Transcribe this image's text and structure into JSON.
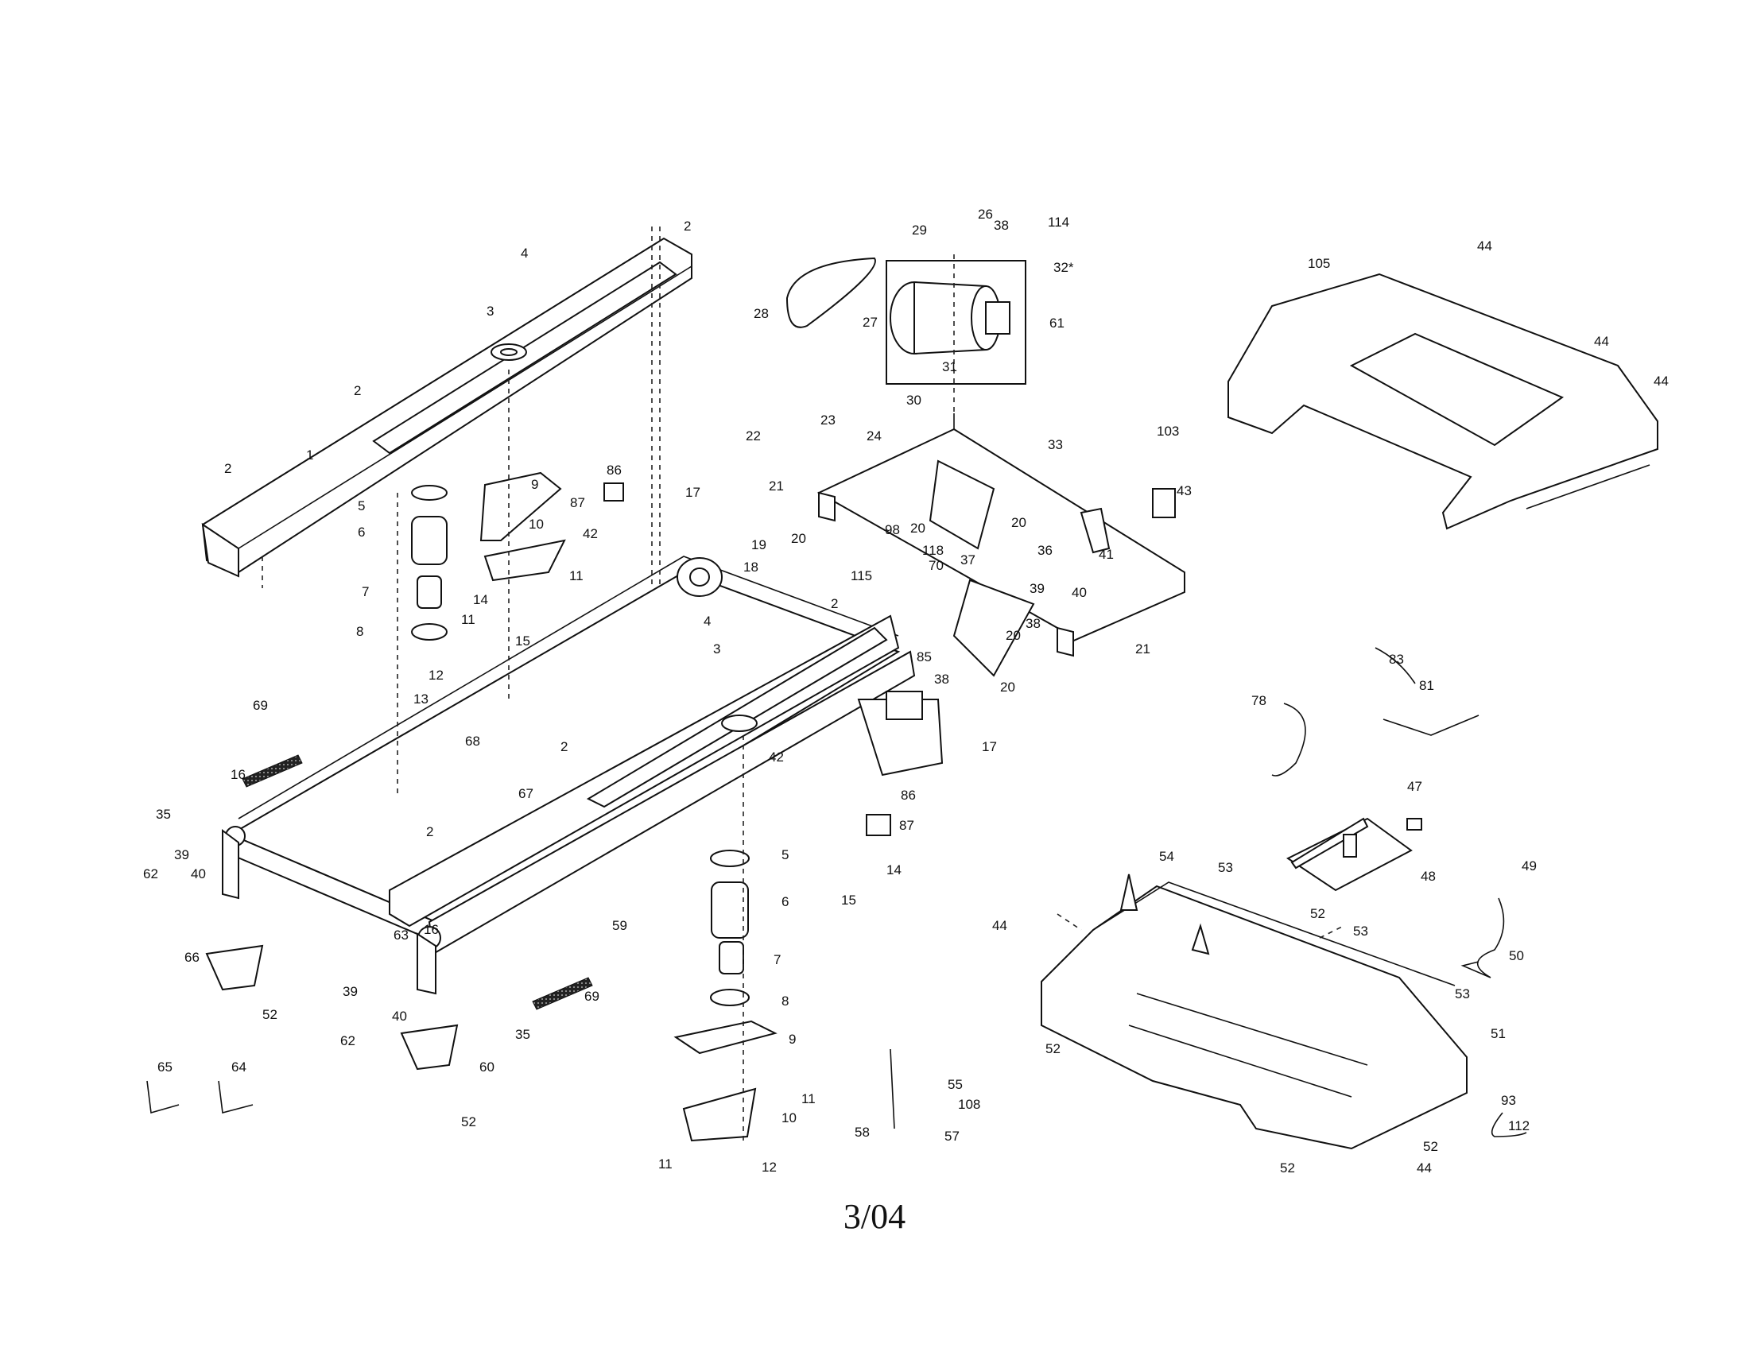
{
  "diagram": {
    "date": "3/04",
    "callouts": [
      {
        "id": "c1",
        "text": "1"
      },
      {
        "id": "c2a",
        "text": "2"
      },
      {
        "id": "c2b",
        "text": "2"
      },
      {
        "id": "c2c",
        "text": "2"
      },
      {
        "id": "c2d",
        "text": "2"
      },
      {
        "id": "c2e",
        "text": "2"
      },
      {
        "id": "c2f",
        "text": "2"
      },
      {
        "id": "c3a",
        "text": "3"
      },
      {
        "id": "c3b",
        "text": "3"
      },
      {
        "id": "c4a",
        "text": "4"
      },
      {
        "id": "c4b",
        "text": "4"
      },
      {
        "id": "c5a",
        "text": "5"
      },
      {
        "id": "c5b",
        "text": "5"
      },
      {
        "id": "c6a",
        "text": "6"
      },
      {
        "id": "c6b",
        "text": "6"
      },
      {
        "id": "c7a",
        "text": "7"
      },
      {
        "id": "c7b",
        "text": "7"
      },
      {
        "id": "c8a",
        "text": "8"
      },
      {
        "id": "c8b",
        "text": "8"
      },
      {
        "id": "c9a",
        "text": "9"
      },
      {
        "id": "c9b",
        "text": "9"
      },
      {
        "id": "c10a",
        "text": "10"
      },
      {
        "id": "c10b",
        "text": "10"
      },
      {
        "id": "c11a",
        "text": "11"
      },
      {
        "id": "c11b",
        "text": "11"
      },
      {
        "id": "c11c",
        "text": "11"
      },
      {
        "id": "c11d",
        "text": "11"
      },
      {
        "id": "c12a",
        "text": "12"
      },
      {
        "id": "c12b",
        "text": "12"
      },
      {
        "id": "c13",
        "text": "13"
      },
      {
        "id": "c14a",
        "text": "14"
      },
      {
        "id": "c14b",
        "text": "14"
      },
      {
        "id": "c15a",
        "text": "15"
      },
      {
        "id": "c15b",
        "text": "15"
      },
      {
        "id": "c16a",
        "text": "16"
      },
      {
        "id": "c16b",
        "text": "16"
      },
      {
        "id": "c17a",
        "text": "17"
      },
      {
        "id": "c17b",
        "text": "17"
      },
      {
        "id": "c18",
        "text": "18"
      },
      {
        "id": "c19",
        "text": "19"
      },
      {
        "id": "c20a",
        "text": "20"
      },
      {
        "id": "c20b",
        "text": "20"
      },
      {
        "id": "c20c",
        "text": "20"
      },
      {
        "id": "c20d",
        "text": "20"
      },
      {
        "id": "c20e",
        "text": "20"
      },
      {
        "id": "c21a",
        "text": "21"
      },
      {
        "id": "c21b",
        "text": "21"
      },
      {
        "id": "c22",
        "text": "22"
      },
      {
        "id": "c23",
        "text": "23"
      },
      {
        "id": "c24",
        "text": "24"
      },
      {
        "id": "c26",
        "text": "26"
      },
      {
        "id": "c27",
        "text": "27"
      },
      {
        "id": "c28",
        "text": "28"
      },
      {
        "id": "c29",
        "text": "29"
      },
      {
        "id": "c30",
        "text": "30"
      },
      {
        "id": "c31",
        "text": "31"
      },
      {
        "id": "c32",
        "text": "32*"
      },
      {
        "id": "c33",
        "text": "33"
      },
      {
        "id": "c35a",
        "text": "35"
      },
      {
        "id": "c35b",
        "text": "35"
      },
      {
        "id": "c36",
        "text": "36"
      },
      {
        "id": "c37",
        "text": "37"
      },
      {
        "id": "c38a",
        "text": "38"
      },
      {
        "id": "c38b",
        "text": "38"
      },
      {
        "id": "c38c",
        "text": "38"
      },
      {
        "id": "c39a",
        "text": "39"
      },
      {
        "id": "c39b",
        "text": "39"
      },
      {
        "id": "c39c",
        "text": "39"
      },
      {
        "id": "c40a",
        "text": "40"
      },
      {
        "id": "c40b",
        "text": "40"
      },
      {
        "id": "c40c",
        "text": "40"
      },
      {
        "id": "c41",
        "text": "41"
      },
      {
        "id": "c42a",
        "text": "42"
      },
      {
        "id": "c42b",
        "text": "42"
      },
      {
        "id": "c43",
        "text": "43"
      },
      {
        "id": "c44a",
        "text": "44"
      },
      {
        "id": "c44b",
        "text": "44"
      },
      {
        "id": "c44c",
        "text": "44"
      },
      {
        "id": "c44d",
        "text": "44"
      },
      {
        "id": "c44e",
        "text": "44"
      },
      {
        "id": "c47",
        "text": "47"
      },
      {
        "id": "c48",
        "text": "48"
      },
      {
        "id": "c49",
        "text": "49"
      },
      {
        "id": "c50",
        "text": "50"
      },
      {
        "id": "c51",
        "text": "51"
      },
      {
        "id": "c52a",
        "text": "52"
      },
      {
        "id": "c52b",
        "text": "52"
      },
      {
        "id": "c52c",
        "text": "52"
      },
      {
        "id": "c52d",
        "text": "52"
      },
      {
        "id": "c52e",
        "text": "52"
      },
      {
        "id": "c52f",
        "text": "52"
      },
      {
        "id": "c53a",
        "text": "53"
      },
      {
        "id": "c53b",
        "text": "53"
      },
      {
        "id": "c53c",
        "text": "53"
      },
      {
        "id": "c54",
        "text": "54"
      },
      {
        "id": "c55",
        "text": "55"
      },
      {
        "id": "c57",
        "text": "57"
      },
      {
        "id": "c58",
        "text": "58"
      },
      {
        "id": "c59",
        "text": "59"
      },
      {
        "id": "c60",
        "text": "60"
      },
      {
        "id": "c61",
        "text": "61"
      },
      {
        "id": "c62a",
        "text": "62"
      },
      {
        "id": "c62b",
        "text": "62"
      },
      {
        "id": "c63",
        "text": "63"
      },
      {
        "id": "c64",
        "text": "64"
      },
      {
        "id": "c65",
        "text": "65"
      },
      {
        "id": "c66",
        "text": "66"
      },
      {
        "id": "c67",
        "text": "67"
      },
      {
        "id": "c68",
        "text": "68"
      },
      {
        "id": "c69a",
        "text": "69"
      },
      {
        "id": "c69b",
        "text": "69"
      },
      {
        "id": "c70",
        "text": "70"
      },
      {
        "id": "c78",
        "text": "78"
      },
      {
        "id": "c81",
        "text": "81"
      },
      {
        "id": "c83",
        "text": "83"
      },
      {
        "id": "c85",
        "text": "85"
      },
      {
        "id": "c86a",
        "text": "86"
      },
      {
        "id": "c86b",
        "text": "86"
      },
      {
        "id": "c87a",
        "text": "87"
      },
      {
        "id": "c87b",
        "text": "87"
      },
      {
        "id": "c93",
        "text": "93"
      },
      {
        "id": "c98",
        "text": "98"
      },
      {
        "id": "c103",
        "text": "103"
      },
      {
        "id": "c105",
        "text": "105"
      },
      {
        "id": "c108",
        "text": "108"
      },
      {
        "id": "c112",
        "text": "112"
      },
      {
        "id": "c114",
        "text": "114"
      },
      {
        "id": "c115",
        "text": "115"
      },
      {
        "id": "c118",
        "text": "118"
      }
    ]
  }
}
